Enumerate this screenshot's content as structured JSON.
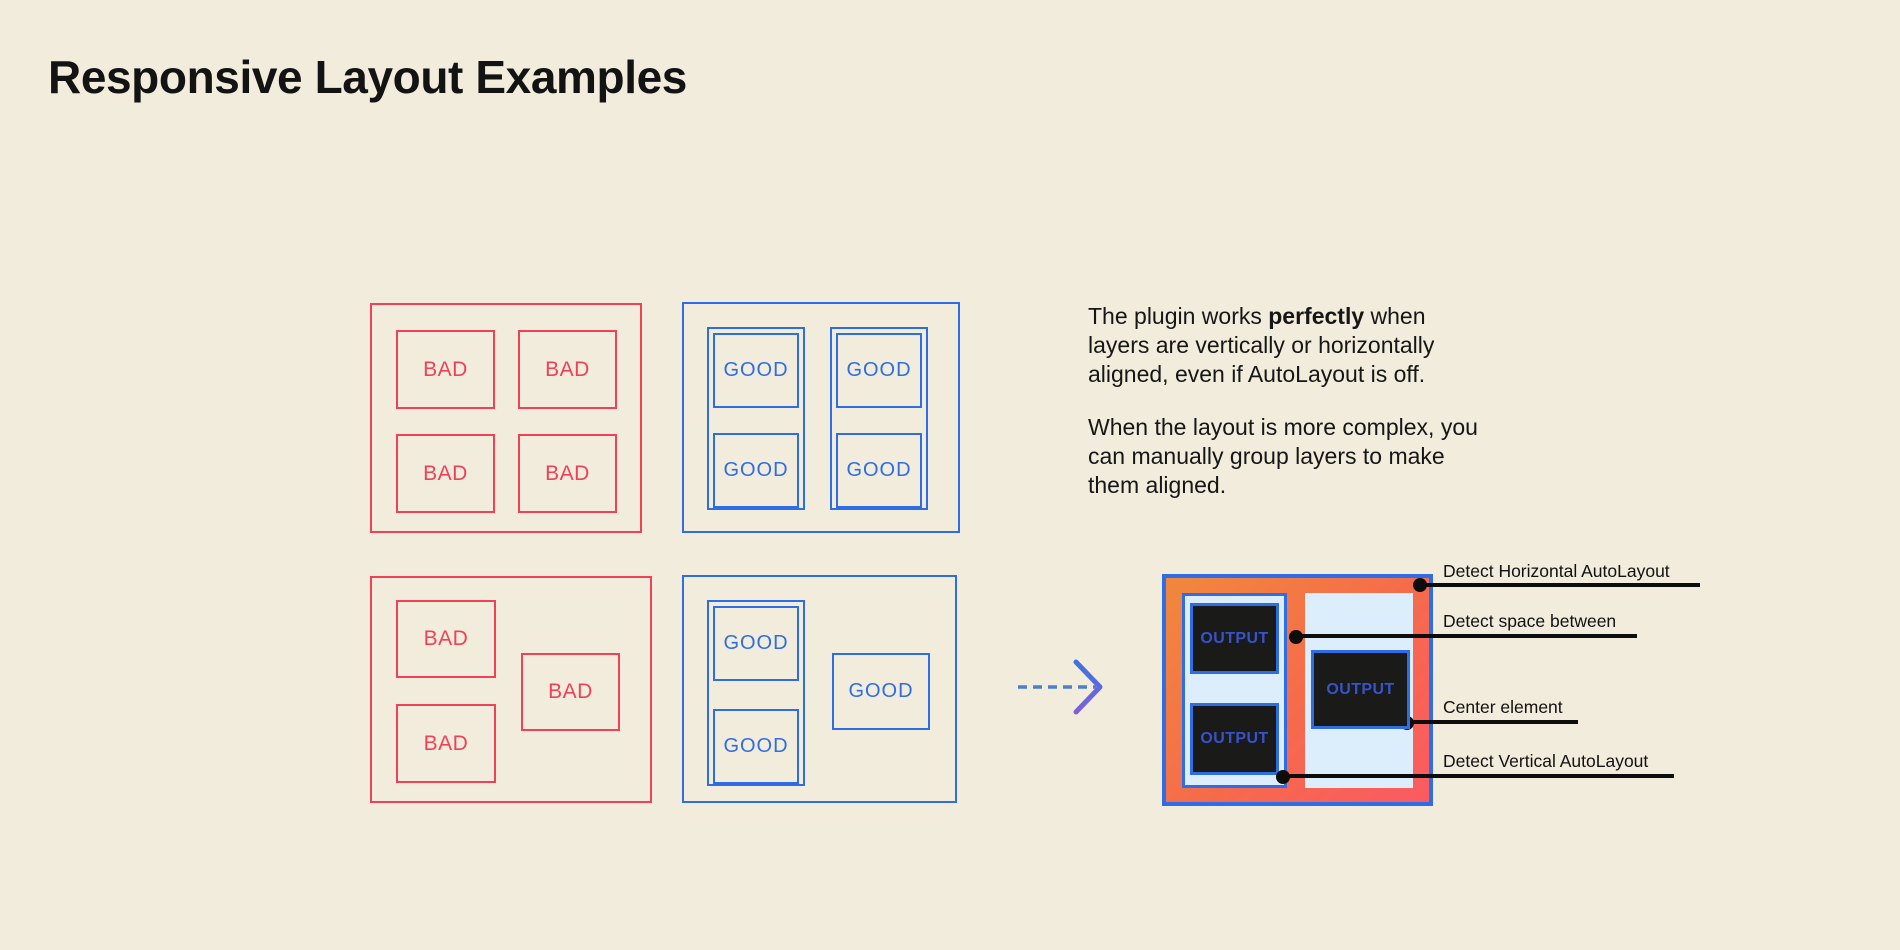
{
  "page": {
    "title": "Responsive Layout Examples"
  },
  "colors": {
    "background": "#f1ecdc",
    "bad": "#f04159",
    "good": "#2e6de4",
    "text": "#161616",
    "annotation": "#0d0d0d",
    "panel": "#dceefb",
    "dark-box": "#1a1a18",
    "output-text": "#3653cd",
    "gradient-start": "#f0883c",
    "gradient-end": "#fa5a62",
    "arrow-dash": "#4d7fca",
    "arrow-head-top": "#3b74e2",
    "arrow-head-bottom": "#7e60d8"
  },
  "labels": {
    "bad": "BAD",
    "good": "GOOD"
  },
  "description": {
    "p1_before": "The plugin works ",
    "p1_bold": "perfectly",
    "p1_after": " when\nlayers are vertically or horizontally\naligned, even if AutoLayout is off.",
    "p2": "When the layout is more complex, you\ncan manually group layers to make\nthem aligned."
  },
  "output_diagram": {
    "box_label": "OUTPUT"
  },
  "annotations": [
    {
      "label": "Detect Horizontal AutoLayout"
    },
    {
      "label": "Detect space between"
    },
    {
      "label": "Center element"
    },
    {
      "label": "Detect Vertical AutoLayout"
    }
  ]
}
